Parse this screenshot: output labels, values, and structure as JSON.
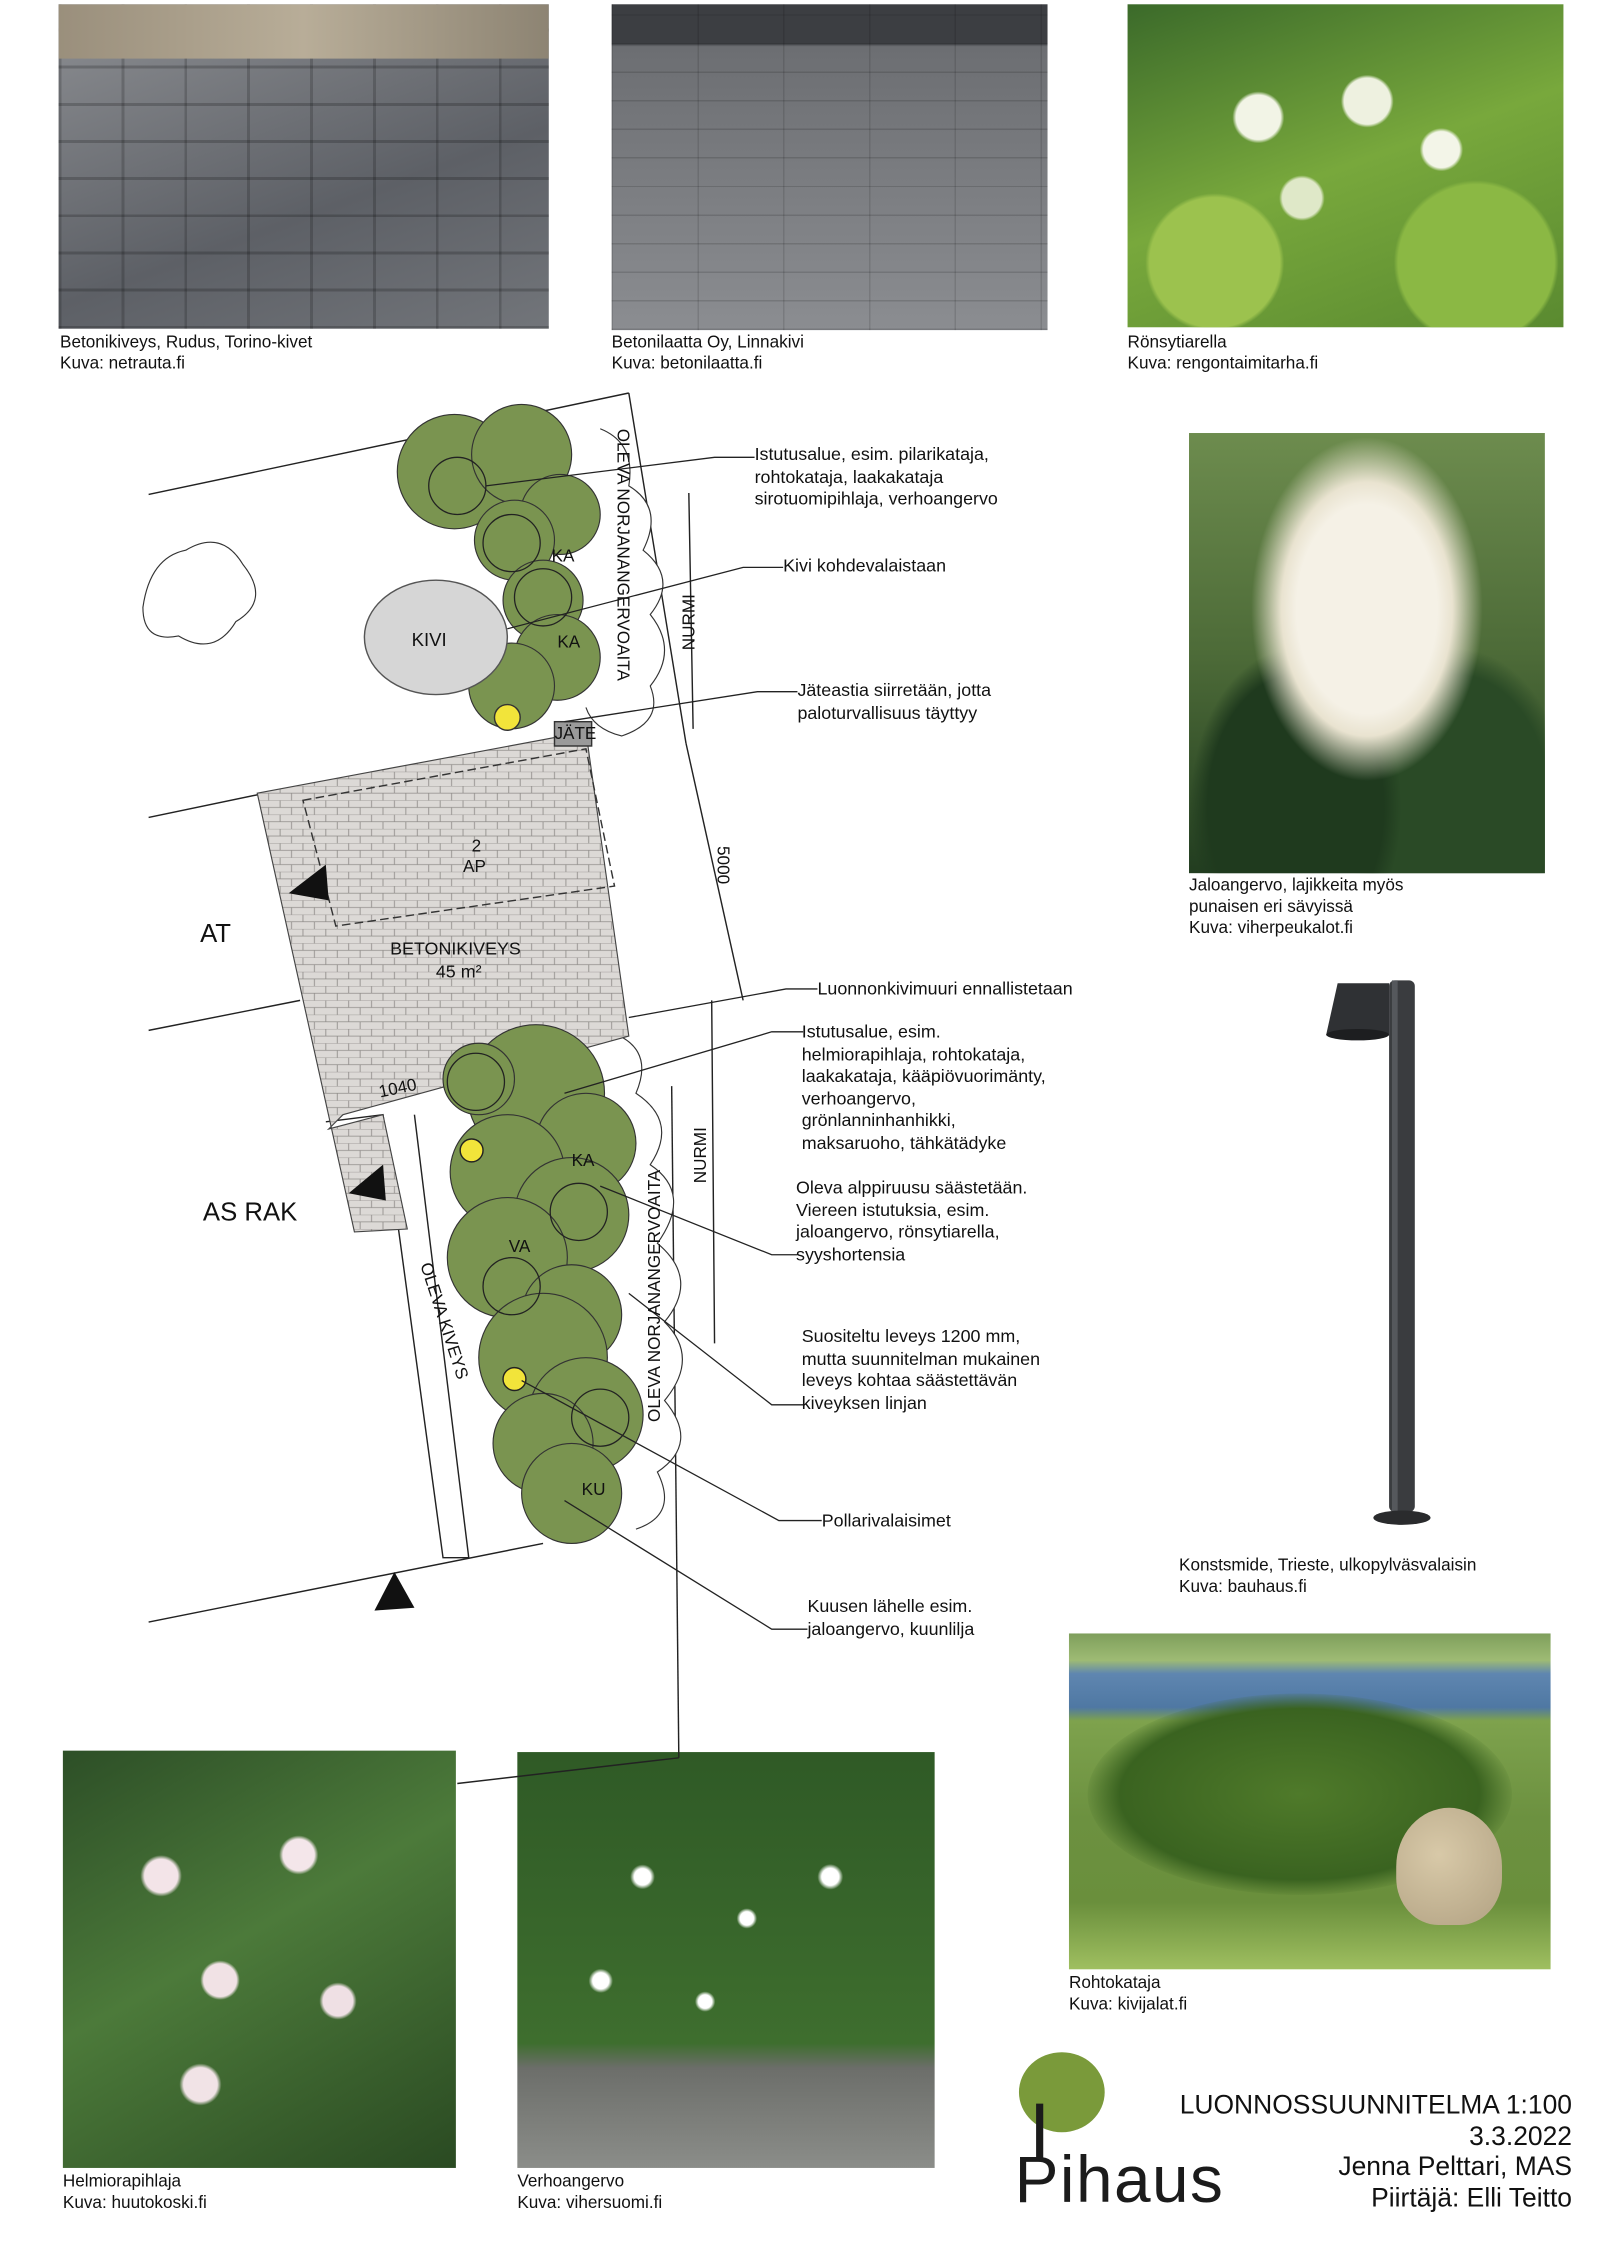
{
  "photos": {
    "torino": {
      "caption": "Betonikiveys, Rudus, Torino-kivet",
      "credit": "Kuva: netrauta.fi"
    },
    "linnakivi": {
      "caption": "Betonilaatta Oy, Linnakivi",
      "credit": "Kuva: betonilaatta.fi"
    },
    "ronsytiarella": {
      "caption": "Rönsytiarella",
      "credit": "Kuva: rengontaimitarha.fi"
    },
    "jaloangervo": {
      "caption": "Jaloangervo, lajikkeita myös",
      "caption2": "punaisen eri sävyissä",
      "credit": "Kuva: viherpeukalot.fi"
    },
    "lamp": {
      "caption": "Konstsmide, Trieste, ulkopylväsvalaisin",
      "credit": "Kuva: bauhaus.fi"
    },
    "rohtokataja": {
      "caption": "Rohtokataja",
      "credit": "Kuva: kivijalat.fi"
    },
    "helmiorapihlaja": {
      "caption": "Helmiorapihlaja",
      "credit": "Kuva: huutokoski.fi"
    },
    "verhoangervo": {
      "caption": "Verhoangervo",
      "credit": "Kuva: vihersuomi.fi"
    }
  },
  "plan": {
    "labels": {
      "kivi": "KIVI",
      "jate": "JÄTE",
      "ap": "2",
      "ap2": "AP",
      "betonikiveys": "BETONIKIVEYS",
      "area": "45 m²",
      "at": "AT",
      "as_rak": "AS RAK",
      "dim_5000": "5000",
      "dim_1040": "1040",
      "hedge_top": "OLEVA NORJANANGERVOAITA",
      "hedge_bottom": "OLEVA NORJANANGERVOAITA",
      "nurmi_top": "NURMI",
      "nurmi_bottom": "NURMI",
      "oleva_kiveys": "OLEVA KIVEYS",
      "ka1": "KA",
      "ka2": "KA",
      "ka3": "KA",
      "va": "VA",
      "ku": "KU"
    },
    "notes": [
      {
        "lines": [
          "Istutusalue, esim. pilarikataja,",
          "rohtokataja, laakakataja",
          "sirotuomipihlaja, verhoangervo"
        ]
      },
      {
        "lines": [
          "Kivi kohdevalaistaan"
        ]
      },
      {
        "lines": [
          "Jäteastia siirretään, jotta",
          "paloturvallisuus täyttyy"
        ]
      },
      {
        "lines": [
          "Luonnonkivimuuri ennallistetaan"
        ]
      },
      {
        "lines": [
          "Istutusalue, esim.",
          "helmiorapihlaja, rohtokataja,",
          "laakakataja, kääpiövuorimänty,",
          "verhoangervo,",
          "grönlanninhanhikki,",
          "maksaruoho, tähkätädyke"
        ]
      },
      {
        "lines": [
          "Oleva alppiruusu säästetään.",
          "Viereen istutuksia, esim.",
          "jaloangervo, rönsytiarella,",
          "syyshortensia"
        ]
      },
      {
        "lines": [
          "Suositeltu leveys 1200 mm,",
          "mutta suunnitelman mukainen",
          "leveys kohtaa säästettävän",
          "kiveyksen linjan"
        ]
      },
      {
        "lines": [
          "Pollarivalaisimet"
        ]
      },
      {
        "lines": [
          "Kuusen lähelle esim.",
          "jaloangervo, kuunlilja"
        ]
      }
    ]
  },
  "title_block": {
    "title": "LUONNOSSUUNNITELMA 1:100",
    "date": "3.3.2022",
    "author": "Jenna Pelttari, MAS",
    "drawer": "Piirtäjä: Elli Teitto"
  },
  "logo": {
    "text": "Pihaus"
  },
  "colors": {
    "plant": "#7a9450",
    "paving": "#d9d6d3",
    "light": "#f2e43a"
  }
}
